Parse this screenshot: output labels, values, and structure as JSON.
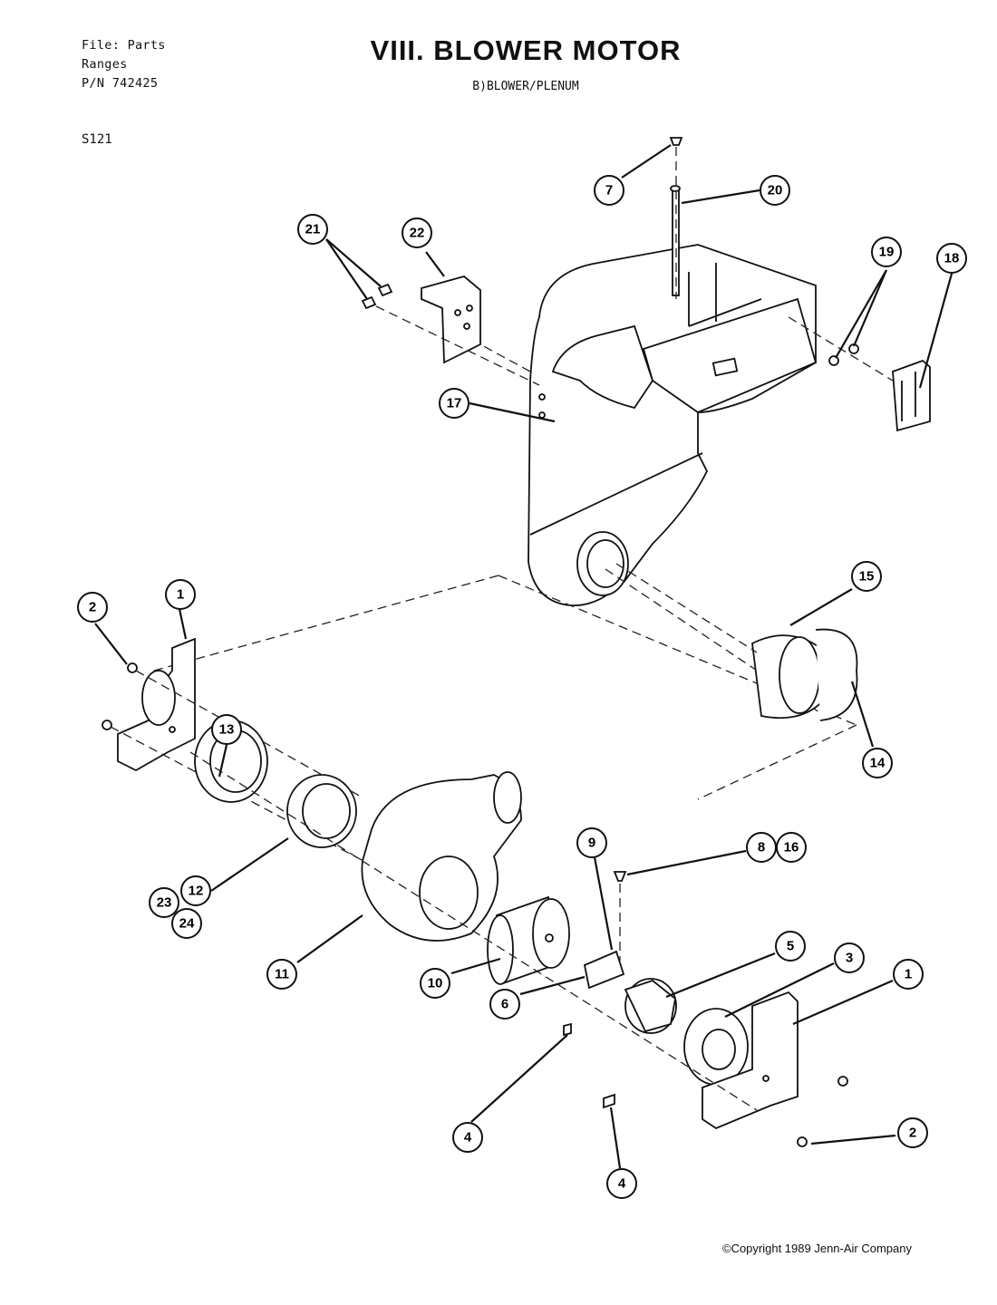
{
  "header": {
    "file_line": "File: Parts",
    "group_line": "Ranges",
    "part_number_line": "P/N 742425",
    "sheet_code": "S121"
  },
  "title": "VIII. BLOWER MOTOR",
  "subtitle": "B)BLOWER/PLENUM",
  "callouts": {
    "c1a": "1",
    "c1b": "1",
    "c2a": "2",
    "c2b": "2",
    "c3": "3",
    "c4a": "4",
    "c4b": "4",
    "c5": "5",
    "c6": "6",
    "c7": "7",
    "c8": "8",
    "c9": "9",
    "c10": "10",
    "c11": "11",
    "c12": "12",
    "c13": "13",
    "c14": "14",
    "c15": "15",
    "c16": "16",
    "c17": "17",
    "c18": "18",
    "c19": "19",
    "c20": "20",
    "c21": "21",
    "c22": "22",
    "c23": "23",
    "c24": "24"
  },
  "copyright": "©Copyright 1989 Jenn-Air Company"
}
